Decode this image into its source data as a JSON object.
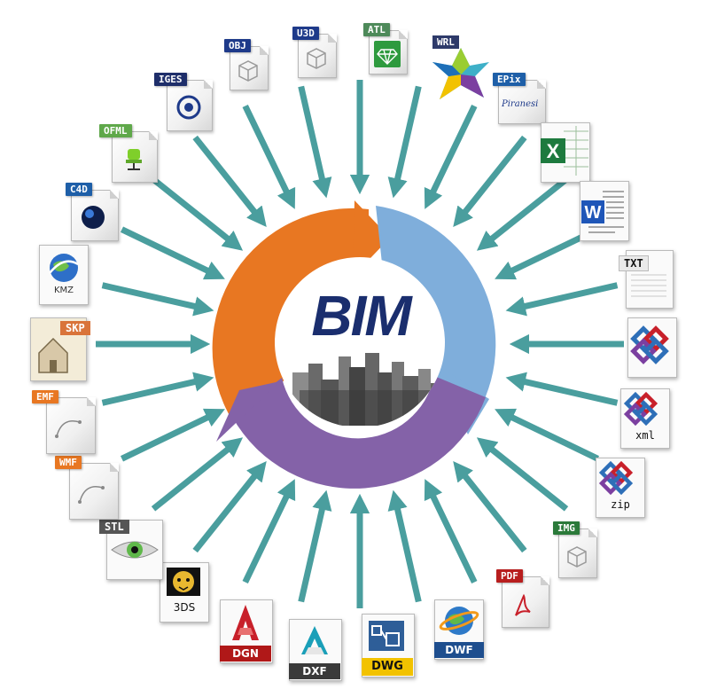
{
  "center": {
    "title": "BIM",
    "colors": {
      "orange": "#E87722",
      "blue": "#7FAEDB",
      "purple": "#8462A8",
      "title": "#1A2E6E",
      "arrow": "#4A9E9E"
    }
  },
  "files": {
    "obj": "OBJ",
    "u3d": "U3D",
    "atl": "ATL",
    "wrl": "WRL",
    "epix": "EPix",
    "piranesi": "Piranesi",
    "iges": "IGES",
    "ofml": "OFML",
    "c4d": "C4D",
    "kmz": "KMZ",
    "skp": "SKP",
    "emf": "EMF",
    "wmf": "WMF",
    "stl": "STL",
    "tds": "3DS",
    "dgn": "DGN",
    "dxf": "DXF",
    "dwg": "DWG",
    "dwf": "DWF",
    "pdf": "PDF",
    "img": "IMG",
    "zip": "zip",
    "xml": "xml",
    "txt": "TXT"
  },
  "icons": {
    "obj": "cube-icon",
    "u3d": "cube-icon",
    "atl": "gem-icon",
    "wrl": "star-icon",
    "epix": "piranesi-logo",
    "xls": "excel-icon",
    "doc": "word-icon",
    "txt": "text-lines-icon",
    "ifc": "ifc-logo-icon",
    "ifcxml": "ifc-xml-icon",
    "ifczip": "ifc-zip-icon",
    "img": "cube-icon",
    "pdf": "acrobat-icon",
    "dwf": "globe-icon",
    "dwg": "dwg-icon",
    "dxf": "dxf-icon",
    "dgn": "autocad-icon",
    "tds": "cheetah-icon",
    "stl": "eye-icon",
    "wmf": "curve-icon",
    "emf": "curve-icon",
    "skp": "house-icon",
    "kmz": "google-earth-icon",
    "c4d": "cinema4d-icon",
    "ofml": "chair-icon",
    "iges": "iges-icon"
  }
}
